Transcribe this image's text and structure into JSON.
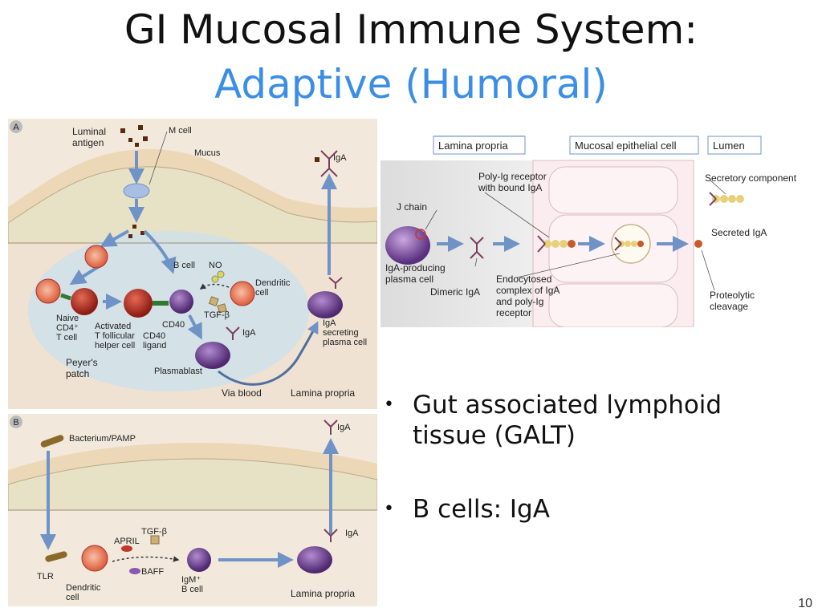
{
  "title": {
    "line1": "GI Mucosal Immune System:",
    "line2": "Adaptive (Humoral)"
  },
  "panel_a": {
    "tag": "A",
    "luminal_antigen_1": "Luminal",
    "luminal_antigen_2": "antigen",
    "m_cell": "M cell",
    "mucus": "Mucus",
    "iga_top": "IgA",
    "b_cell": "B cell",
    "no": "NO",
    "dendritic_cell_1": "Dendritic",
    "dendritic_cell_2": "cell",
    "tgf_beta": "TGF-β",
    "naive_1": "Naive",
    "naive_2": "CD4⁺",
    "naive_3": "T cell",
    "activated_1": "Activated",
    "activated_2": "T follicular",
    "activated_3": "helper cell",
    "cd40_ligand_1": "CD40",
    "cd40_ligand_2": "ligand",
    "cd40": "CD40",
    "iga_mid": "IgA",
    "iga_secreting_1": "IgA",
    "iga_secreting_2": "secreting",
    "iga_secreting_3": "plasma cell",
    "peyers_1": "Peyer's",
    "peyers_2": "patch",
    "plasmablast": "Plasmablast",
    "via_blood": "Via blood",
    "lamina_propria": "Lamina propria"
  },
  "panel_b": {
    "tag": "B",
    "bacterium": "Bacterium/PAMP",
    "iga_top": "IgA",
    "april": "APRIL",
    "tgf_beta": "TGF-β",
    "baff": "BAFF",
    "iga_mid": "IgA",
    "tlr": "TLR",
    "dendritic_1": "Dendritic",
    "dendritic_2": "cell",
    "igm_1": "IgM⁺",
    "igm_2": "B cell",
    "lamina_propria": "Lamina propria"
  },
  "panel_c": {
    "header_lamina": "Lamina propria",
    "header_epithelial": "Mucosal epithelial cell",
    "header_lumen": "Lumen",
    "poly_ig_1": "Poly-Ig receptor",
    "poly_ig_2": "with bound IgA",
    "secretory_component": "Secretory component",
    "j_chain": "J chain",
    "secreted_iga": "Secreted IgA",
    "iga_producing_1": "IgA-producing",
    "iga_producing_2": "plasma cell",
    "endocytosed_1": "Endocytosed",
    "endocytosed_2": "complex of IgA",
    "endocytosed_3": "and poly-Ig",
    "endocytosed_4": "receptor",
    "dimeric_iga": "Dimeric IgA",
    "proteolytic_1": "Proteolytic",
    "proteolytic_2": "cleavage"
  },
  "bullets": [
    {
      "line1": "Gut associated lymphoid",
      "line2": "tissue (GALT)"
    },
    {
      "line1": "B cells: IgA"
    }
  ],
  "page_number": "10",
  "colors": {
    "title_accent": "#3b8ee5",
    "arrow_blue": "#6f93c6",
    "plasma_purple": "#6b3f8f",
    "t_cell_red": "#b02a20",
    "peyers_blue": "#cfe0ea",
    "tissue_beige": "#f1e6d6"
  }
}
